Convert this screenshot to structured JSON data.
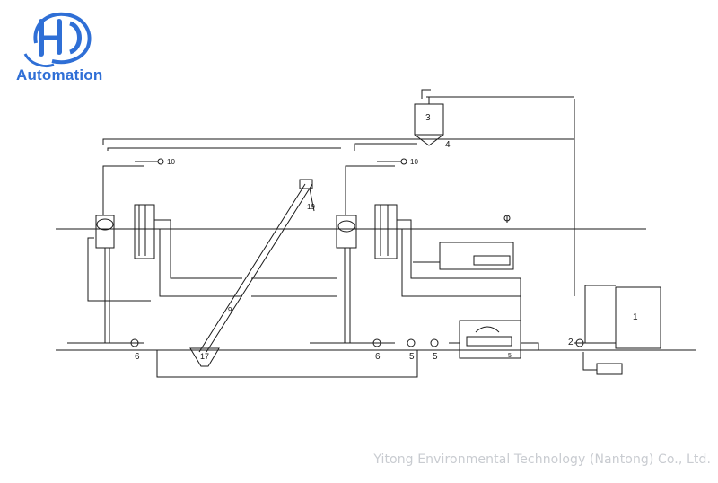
{
  "brand": {
    "name": "Automation",
    "logo_letters": "YHD",
    "color": "#2f6fd6",
    "watermark": "Yitong Environmental Technology (Nantong) Co., Ltd."
  },
  "diagram": {
    "callouts": {
      "c1": "1",
      "c2": "2",
      "c3": "3",
      "c4": "4",
      "c5a": "5",
      "c5b": "5",
      "c5c": "5",
      "c6a": "6",
      "c6b": "6",
      "c9": "9",
      "c10a": "10",
      "c10b": "10",
      "c17": "17",
      "c19": "19"
    },
    "line_color": "#1a1a1a"
  }
}
